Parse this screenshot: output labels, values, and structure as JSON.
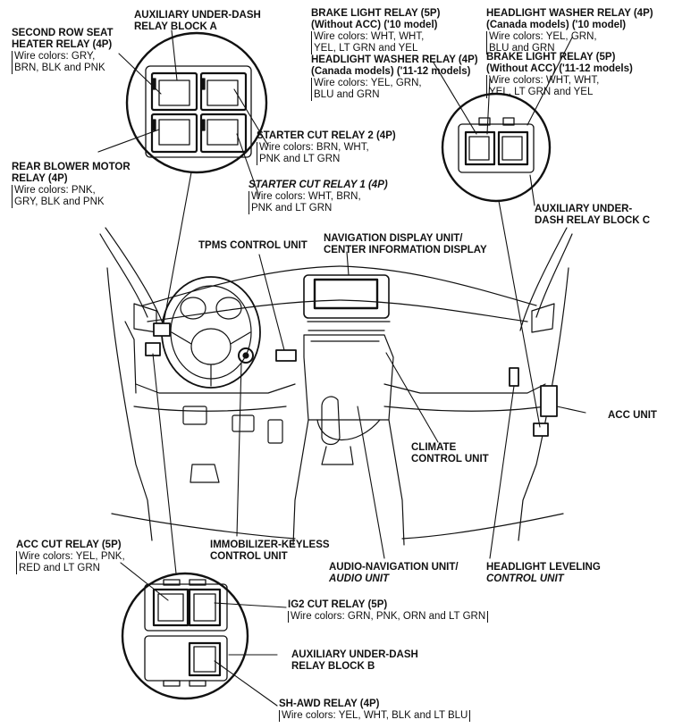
{
  "labels": {
    "aux_a": {
      "l1": "AUXILIARY UNDER-DASH",
      "l2": "RELAY BLOCK A"
    },
    "seat_heater": {
      "l1": "SECOND ROW SEAT",
      "l2": "HEATER RELAY (4P)",
      "w1": "Wire colors: GRY,",
      "w2": "BRN, BLK and PNK"
    },
    "rear_blower": {
      "l1": "REAR BLOWER MOTOR",
      "l2": "RELAY (4P)",
      "w1": "Wire colors: PNK,",
      "w2": "GRY, BLK and PNK"
    },
    "starter2": {
      "l1": "STARTER CUT RELAY 2 (4P)",
      "w1": "Wire colors: BRN, WHT,",
      "w2": "PNK and LT GRN"
    },
    "starter1": {
      "l1": "STARTER CUT RELAY 1 (4P)",
      "w1": "Wire colors: WHT, BRN,",
      "w2": "PNK and LT GRN"
    },
    "brake10": {
      "l1": "BRAKE LIGHT RELAY (5P)",
      "l2": "(Without ACC) ('10 model)",
      "w1": "Wire colors: WHT, WHT,",
      "w2": "YEL, LT GRN and YEL"
    },
    "washer_11": {
      "l1": "HEADLIGHT WASHER RELAY (4P)",
      "l2": "(Canada models) ('11-12 models)",
      "w1": "Wire colors: YEL, GRN,",
      "w2": "BLU and GRN"
    },
    "washer_10": {
      "l1": "HEADLIGHT WASHER RELAY (4P)",
      "l2": "(Canada models) ('10 model)",
      "w1": "Wire colors: YEL, GRN,",
      "w2": "BLU and GRN"
    },
    "brake11": {
      "l1": "BRAKE LIGHT RELAY (5P)",
      "l2": "(Without ACC) ('11-12 models)",
      "w1": "Wire colors: WHT, WHT,",
      "w2": "YEL, LT GRN and YEL"
    },
    "aux_c": {
      "l1": "AUXILIARY UNDER-",
      "l2": "DASH RELAY BLOCK C"
    },
    "tpms": {
      "l1": "TPMS CONTROL UNIT"
    },
    "nav": {
      "l1": "NAVIGATION DISPLAY UNIT/",
      "l2": "CENTER INFORMATION DISPLAY"
    },
    "acc_unit": {
      "l1": "ACC UNIT"
    },
    "climate": {
      "l1": "CLIMATE",
      "l2": "CONTROL UNIT"
    },
    "immob": {
      "l1": "IMMOBILIZER-KEYLESS",
      "l2": "CONTROL UNIT"
    },
    "audio": {
      "l1": "AUDIO-NAVIGATION UNIT/",
      "l2": "AUDIO UNIT"
    },
    "leveling": {
      "l1": "HEADLIGHT LEVELING",
      "l2": "CONTROL UNIT"
    },
    "acc_cut": {
      "l1": "ACC CUT RELAY (5P)",
      "w1": "Wire colors: YEL, PNK,",
      "w2": "RED and LT GRN"
    },
    "ig2": {
      "l1": "IG2 CUT RELAY (5P)",
      "w1": "Wire colors: GRN, PNK, ORN and LT GRN"
    },
    "aux_b": {
      "l1": "AUXILIARY UNDER-DASH",
      "l2": "RELAY BLOCK B"
    },
    "shawd": {
      "l1": "SH-AWD RELAY (4P)",
      "w1": "Wire colors: YEL, WHT, BLK and LT BLU"
    }
  }
}
